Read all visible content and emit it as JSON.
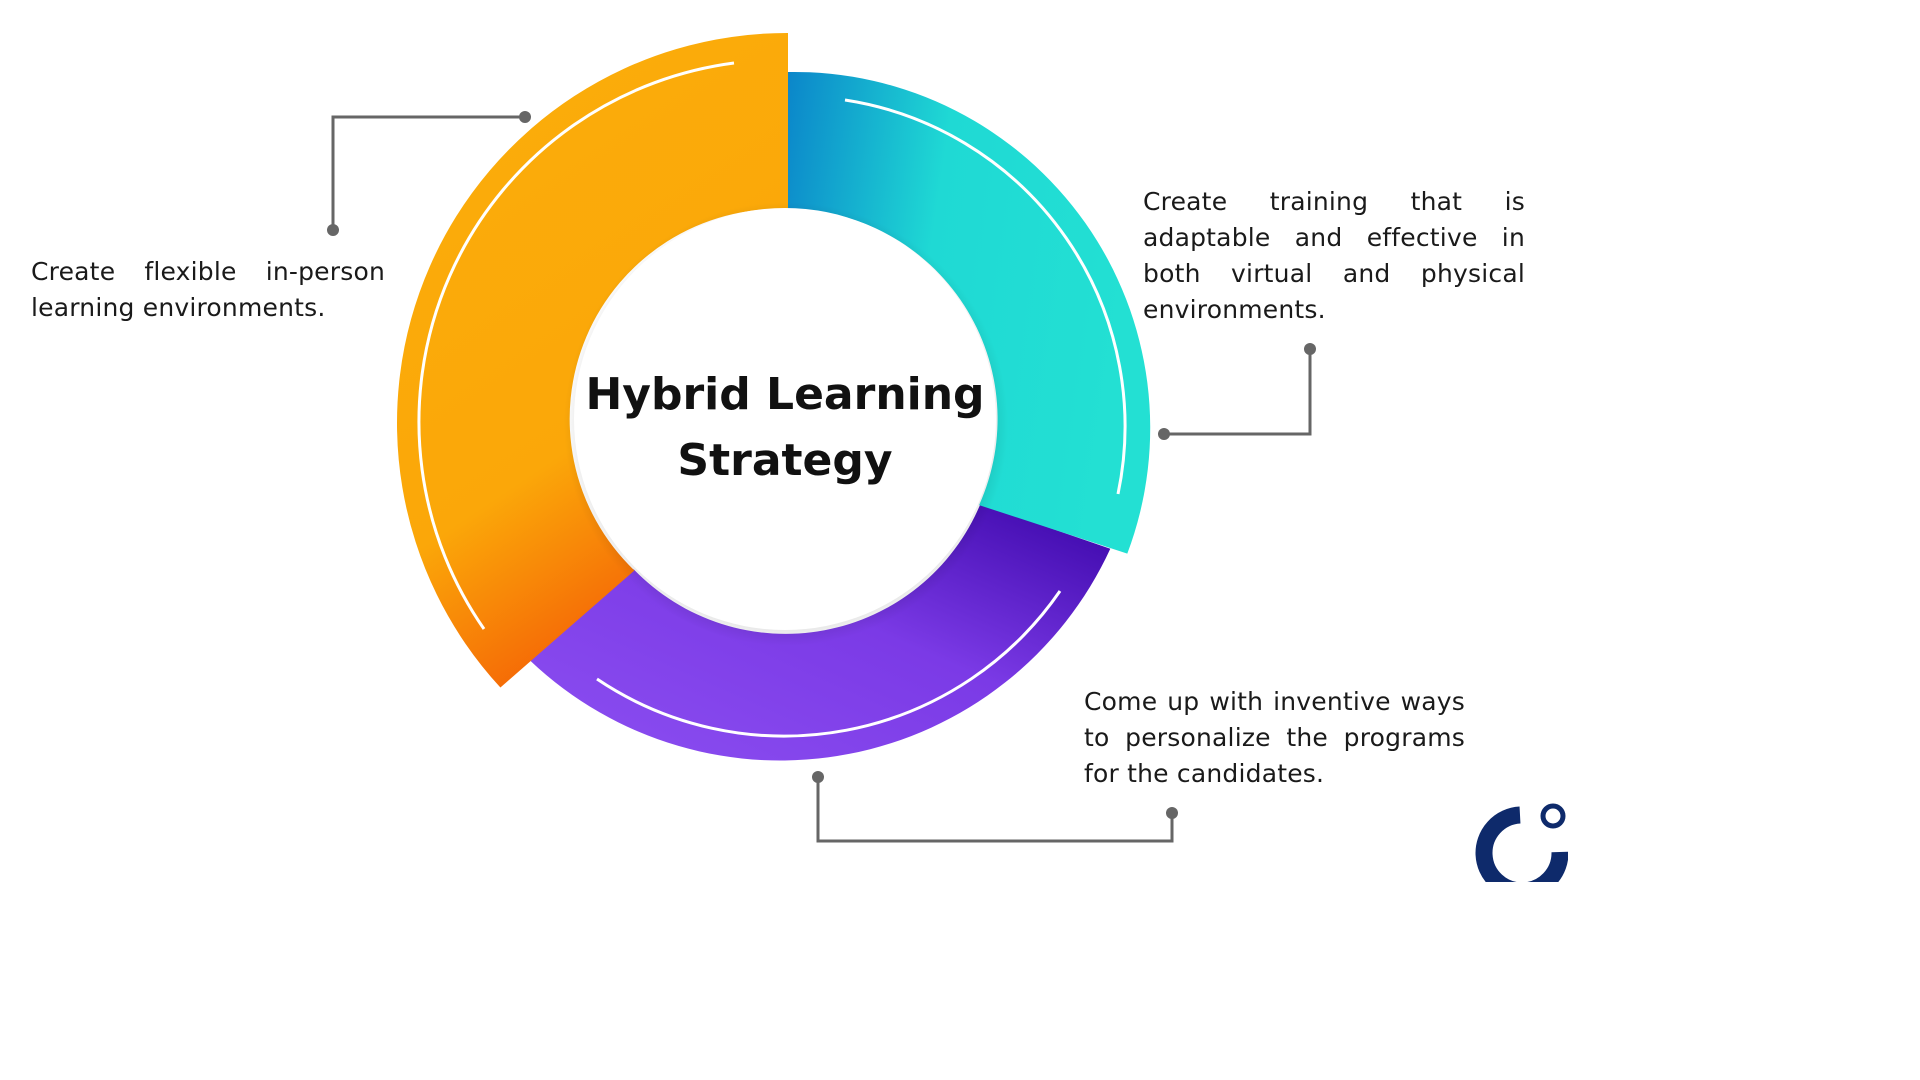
{
  "diagram": {
    "title_line1": "Hybrid Learning",
    "title_line2": "Strategy",
    "segments": [
      {
        "id": "in-person",
        "color_start": "#FBAE0A",
        "color_end": "#F56A08",
        "text": "Create flexible in-person learning environments."
      },
      {
        "id": "adaptable",
        "color_start": "#0B89CC",
        "color_end": "#22DDD2",
        "text": "Create training that is adaptable and effective in both virtual and physical environments."
      },
      {
        "id": "personalize",
        "color_start": "#3A06A8",
        "color_end": "#8A4DF0",
        "text": "Come up with inventive ways to personalize the programs for the candidates."
      }
    ],
    "connector_color": "#666666",
    "arrow_color": "#ffffff"
  },
  "logo": {
    "color": "#0E2A6B",
    "name": "brand-logo-icon"
  }
}
